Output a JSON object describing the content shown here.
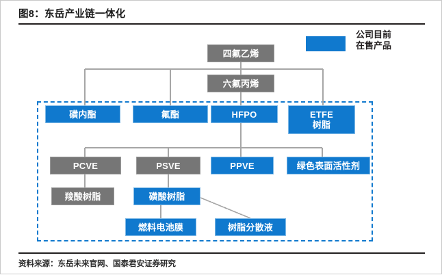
{
  "header": {
    "title": "图8：东岳产业链一体化"
  },
  "legend": {
    "swatch_color": "#1079CE",
    "line1": "公司目前",
    "line2": "在售产品"
  },
  "footer": {
    "source": "资料来源：东岳未来官网、国泰君安证券研究"
  },
  "colors": {
    "blue": "#1079CE",
    "gray": "#767676",
    "connector": "#a6a6a6",
    "dashed_border": "#1079CE",
    "rule": "#221f1f"
  },
  "diagram": {
    "type": "flow-chart",
    "dashed_region_note": "公司目前在售产品",
    "nodes": [
      {
        "id": "tfe",
        "label": "四氟乙烯",
        "style": "gray",
        "row": 1
      },
      {
        "id": "hfp",
        "label": "六氟丙烯",
        "style": "gray",
        "row": 2
      },
      {
        "id": "sultone",
        "label": "磺内酯",
        "style": "blue",
        "row": 3
      },
      {
        "id": "fest",
        "label": "氟酯",
        "style": "blue",
        "row": 3
      },
      {
        "id": "hfpo",
        "label": "HFPO",
        "style": "blue",
        "row": 3
      },
      {
        "id": "etfe",
        "label": "ETFE",
        "label2": "树脂",
        "style": "blue",
        "row": 3
      },
      {
        "id": "pcve",
        "label": "PCVE",
        "style": "gray",
        "row": 4
      },
      {
        "id": "psve",
        "label": "PSVE",
        "style": "gray",
        "row": 4
      },
      {
        "id": "ppve",
        "label": "PPVE",
        "style": "blue",
        "row": 4
      },
      {
        "id": "surf",
        "label": "绿色表面活性剂",
        "style": "blue",
        "row": 4
      },
      {
        "id": "carb",
        "label": "羧酸树脂",
        "style": "gray",
        "row": 5
      },
      {
        "id": "sulf",
        "label": "磺酸树脂",
        "style": "blue",
        "row": 5
      },
      {
        "id": "fcm",
        "label": "燃料电池膜",
        "style": "blue",
        "row": 6
      },
      {
        "id": "disp",
        "label": "树脂分散液",
        "style": "blue",
        "row": 6
      }
    ],
    "edges": [
      {
        "from": "tfe",
        "to": "hfp"
      },
      {
        "from": "tfe",
        "to": "sultone"
      },
      {
        "from": "tfe",
        "to": "fest"
      },
      {
        "from": "tfe",
        "to": "etfe"
      },
      {
        "from": "hfp",
        "to": "hfpo"
      },
      {
        "from": "hfpo",
        "to": "pcve"
      },
      {
        "from": "hfpo",
        "to": "psve"
      },
      {
        "from": "hfpo",
        "to": "ppve"
      },
      {
        "from": "hfpo",
        "to": "surf"
      },
      {
        "from": "pcve",
        "to": "carb"
      },
      {
        "from": "psve",
        "to": "sulf"
      },
      {
        "from": "sulf",
        "to": "fcm"
      },
      {
        "from": "sulf",
        "to": "disp"
      }
    ]
  }
}
